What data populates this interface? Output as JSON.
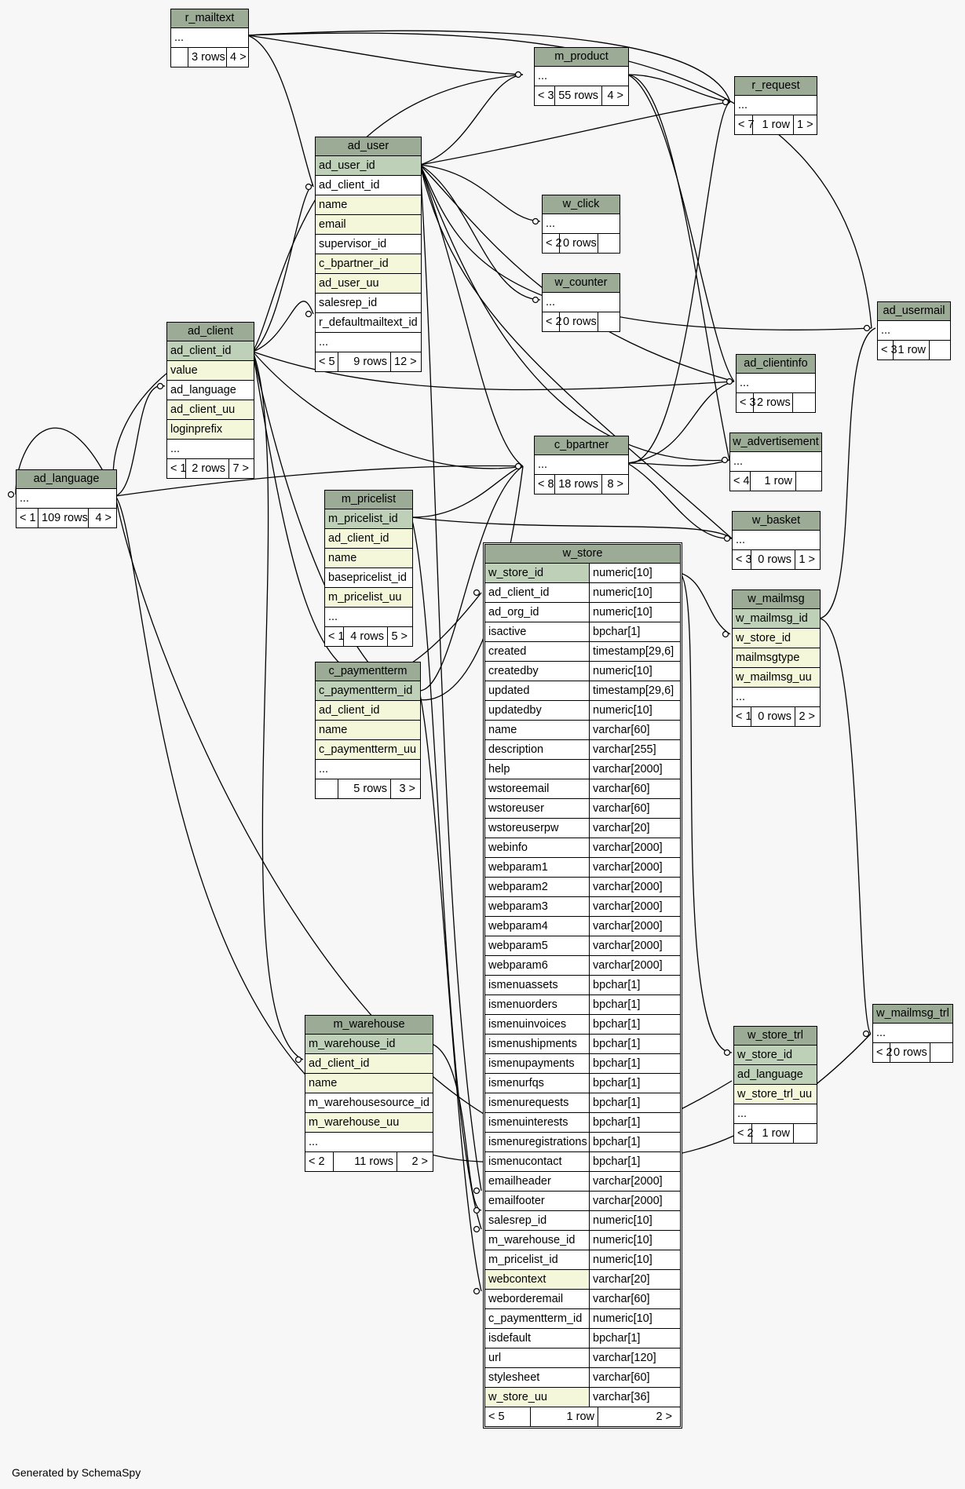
{
  "footer": "Generated by SchemaSpy",
  "colors": {
    "background": "#f7f7f7",
    "header": "#9bab96",
    "primary_key": "#bed1b8",
    "indexed": "#f4f7da"
  },
  "tables": [
    {
      "id": "r_mailtext",
      "name": "r_mailtext",
      "rows": [
        {
          "name": "...",
          "kind": "plain"
        }
      ],
      "footer": [
        "",
        "3 rows",
        "4 >"
      ]
    },
    {
      "id": "m_product",
      "name": "m_product",
      "rows": [
        {
          "name": "...",
          "kind": "plain"
        }
      ],
      "footer": [
        "< 3",
        "55 rows",
        "4 >"
      ]
    },
    {
      "id": "r_request",
      "name": "r_request",
      "rows": [
        {
          "name": "...",
          "kind": "plain"
        }
      ],
      "footer": [
        "< 7",
        "1 row",
        "1 >"
      ]
    },
    {
      "id": "ad_user",
      "name": "ad_user",
      "rows": [
        {
          "name": "ad_user_id",
          "kind": "pk"
        },
        {
          "name": "ad_client_id",
          "kind": "plain"
        },
        {
          "name": "name",
          "kind": "idx"
        },
        {
          "name": "email",
          "kind": "idx"
        },
        {
          "name": "supervisor_id",
          "kind": "plain"
        },
        {
          "name": "c_bpartner_id",
          "kind": "idx"
        },
        {
          "name": "ad_user_uu",
          "kind": "idx"
        },
        {
          "name": "salesrep_id",
          "kind": "plain"
        },
        {
          "name": "r_defaultmailtext_id",
          "kind": "plain"
        },
        {
          "name": "...",
          "kind": "plain"
        }
      ],
      "footer": [
        "< 5",
        "9 rows",
        "12 >"
      ]
    },
    {
      "id": "w_click",
      "name": "w_click",
      "rows": [
        {
          "name": "...",
          "kind": "plain"
        }
      ],
      "footer": [
        "< 2",
        "0 rows",
        ""
      ]
    },
    {
      "id": "w_counter",
      "name": "w_counter",
      "rows": [
        {
          "name": "...",
          "kind": "plain"
        }
      ],
      "footer": [
        "< 2",
        "0 rows",
        ""
      ]
    },
    {
      "id": "ad_usermail",
      "name": "ad_usermail",
      "rows": [
        {
          "name": "...",
          "kind": "plain"
        }
      ],
      "footer": [
        "< 3",
        "1 row",
        ""
      ]
    },
    {
      "id": "ad_client",
      "name": "ad_client",
      "rows": [
        {
          "name": "ad_client_id",
          "kind": "pk"
        },
        {
          "name": "value",
          "kind": "idx"
        },
        {
          "name": "ad_language",
          "kind": "plain"
        },
        {
          "name": "ad_client_uu",
          "kind": "idx"
        },
        {
          "name": "loginprefix",
          "kind": "idx"
        },
        {
          "name": "...",
          "kind": "plain"
        }
      ],
      "footer": [
        "< 1",
        "2 rows",
        "7 >"
      ]
    },
    {
      "id": "ad_clientinfo",
      "name": "ad_clientinfo",
      "rows": [
        {
          "name": "...",
          "kind": "plain"
        }
      ],
      "footer": [
        "< 3",
        "2 rows",
        ""
      ]
    },
    {
      "id": "w_advertisement",
      "name": "w_advertisement",
      "rows": [
        {
          "name": "...",
          "kind": "plain"
        }
      ],
      "footer": [
        "< 4",
        "1 row",
        ""
      ]
    },
    {
      "id": "c_bpartner",
      "name": "c_bpartner",
      "rows": [
        {
          "name": "...",
          "kind": "plain"
        }
      ],
      "footer": [
        "< 8",
        "18 rows",
        "8 >"
      ]
    },
    {
      "id": "ad_language",
      "name": "ad_language",
      "rows": [
        {
          "name": "...",
          "kind": "plain"
        }
      ],
      "footer": [
        "< 1",
        "109 rows",
        "4 >"
      ]
    },
    {
      "id": "m_pricelist",
      "name": "m_pricelist",
      "rows": [
        {
          "name": "m_pricelist_id",
          "kind": "pk"
        },
        {
          "name": "ad_client_id",
          "kind": "idx"
        },
        {
          "name": "name",
          "kind": "idx"
        },
        {
          "name": "basepricelist_id",
          "kind": "plain"
        },
        {
          "name": "m_pricelist_uu",
          "kind": "idx"
        },
        {
          "name": "...",
          "kind": "plain"
        }
      ],
      "footer": [
        "< 1",
        "4 rows",
        "5 >"
      ]
    },
    {
      "id": "w_basket",
      "name": "w_basket",
      "rows": [
        {
          "name": "...",
          "kind": "plain"
        }
      ],
      "footer": [
        "< 3",
        "0 rows",
        "1 >"
      ]
    },
    {
      "id": "w_mailmsg",
      "name": "w_mailmsg",
      "rows": [
        {
          "name": "w_mailmsg_id",
          "kind": "pk"
        },
        {
          "name": "w_store_id",
          "kind": "idx"
        },
        {
          "name": "mailmsgtype",
          "kind": "idx"
        },
        {
          "name": "w_mailmsg_uu",
          "kind": "idx"
        },
        {
          "name": "...",
          "kind": "plain"
        }
      ],
      "footer": [
        "< 1",
        "0 rows",
        "2 >"
      ]
    },
    {
      "id": "c_paymentterm",
      "name": "c_paymentterm",
      "rows": [
        {
          "name": "c_paymentterm_id",
          "kind": "pk"
        },
        {
          "name": "ad_client_id",
          "kind": "idx"
        },
        {
          "name": "name",
          "kind": "idx"
        },
        {
          "name": "c_paymentterm_uu",
          "kind": "idx"
        },
        {
          "name": "...",
          "kind": "plain"
        }
      ],
      "footer": [
        "",
        "5 rows",
        "3 >"
      ]
    },
    {
      "id": "m_warehouse",
      "name": "m_warehouse",
      "rows": [
        {
          "name": "m_warehouse_id",
          "kind": "pk"
        },
        {
          "name": "ad_client_id",
          "kind": "idx"
        },
        {
          "name": "name",
          "kind": "idx"
        },
        {
          "name": "m_warehousesource_id",
          "kind": "plain"
        },
        {
          "name": "m_warehouse_uu",
          "kind": "idx"
        },
        {
          "name": "...",
          "kind": "plain"
        }
      ],
      "footer": [
        "< 2",
        "11 rows",
        "2 >"
      ]
    },
    {
      "id": "w_store_trl",
      "name": "w_store_trl",
      "rows": [
        {
          "name": "w_store_id",
          "kind": "pk"
        },
        {
          "name": "ad_language",
          "kind": "pk"
        },
        {
          "name": "w_store_trl_uu",
          "kind": "idx"
        },
        {
          "name": "...",
          "kind": "plain"
        }
      ],
      "footer": [
        "< 2",
        "1 row",
        ""
      ]
    },
    {
      "id": "w_mailmsg_trl",
      "name": "w_mailmsg_trl",
      "rows": [
        {
          "name": "...",
          "kind": "plain"
        }
      ],
      "footer": [
        "< 2",
        "0 rows",
        ""
      ]
    },
    {
      "id": "w_store",
      "name": "w_store",
      "focus": true,
      "rows": [
        {
          "name": "w_store_id",
          "type": "numeric[10]",
          "kind": "pk"
        },
        {
          "name": "ad_client_id",
          "type": "numeric[10]",
          "kind": "plain"
        },
        {
          "name": "ad_org_id",
          "type": "numeric[10]",
          "kind": "plain"
        },
        {
          "name": "isactive",
          "type": "bpchar[1]",
          "kind": "plain"
        },
        {
          "name": "created",
          "type": "timestamp[29,6]",
          "kind": "plain"
        },
        {
          "name": "createdby",
          "type": "numeric[10]",
          "kind": "plain"
        },
        {
          "name": "updated",
          "type": "timestamp[29,6]",
          "kind": "plain"
        },
        {
          "name": "updatedby",
          "type": "numeric[10]",
          "kind": "plain"
        },
        {
          "name": "name",
          "type": "varchar[60]",
          "kind": "plain"
        },
        {
          "name": "description",
          "type": "varchar[255]",
          "kind": "plain"
        },
        {
          "name": "help",
          "type": "varchar[2000]",
          "kind": "plain"
        },
        {
          "name": "wstoreemail",
          "type": "varchar[60]",
          "kind": "plain"
        },
        {
          "name": "wstoreuser",
          "type": "varchar[60]",
          "kind": "plain"
        },
        {
          "name": "wstoreuserpw",
          "type": "varchar[20]",
          "kind": "plain"
        },
        {
          "name": "webinfo",
          "type": "varchar[2000]",
          "kind": "plain"
        },
        {
          "name": "webparam1",
          "type": "varchar[2000]",
          "kind": "plain"
        },
        {
          "name": "webparam2",
          "type": "varchar[2000]",
          "kind": "plain"
        },
        {
          "name": "webparam3",
          "type": "varchar[2000]",
          "kind": "plain"
        },
        {
          "name": "webparam4",
          "type": "varchar[2000]",
          "kind": "plain"
        },
        {
          "name": "webparam5",
          "type": "varchar[2000]",
          "kind": "plain"
        },
        {
          "name": "webparam6",
          "type": "varchar[2000]",
          "kind": "plain"
        },
        {
          "name": "ismenuassets",
          "type": "bpchar[1]",
          "kind": "plain"
        },
        {
          "name": "ismenuorders",
          "type": "bpchar[1]",
          "kind": "plain"
        },
        {
          "name": "ismenuinvoices",
          "type": "bpchar[1]",
          "kind": "plain"
        },
        {
          "name": "ismenushipments",
          "type": "bpchar[1]",
          "kind": "plain"
        },
        {
          "name": "ismenupayments",
          "type": "bpchar[1]",
          "kind": "plain"
        },
        {
          "name": "ismenurfqs",
          "type": "bpchar[1]",
          "kind": "plain"
        },
        {
          "name": "ismenurequests",
          "type": "bpchar[1]",
          "kind": "plain"
        },
        {
          "name": "ismenuinterests",
          "type": "bpchar[1]",
          "kind": "plain"
        },
        {
          "name": "ismenuregistrations",
          "type": "bpchar[1]",
          "kind": "plain"
        },
        {
          "name": "ismenucontact",
          "type": "bpchar[1]",
          "kind": "plain"
        },
        {
          "name": "emailheader",
          "type": "varchar[2000]",
          "kind": "plain"
        },
        {
          "name": "emailfooter",
          "type": "varchar[2000]",
          "kind": "plain"
        },
        {
          "name": "salesrep_id",
          "type": "numeric[10]",
          "kind": "plain"
        },
        {
          "name": "m_warehouse_id",
          "type": "numeric[10]",
          "kind": "plain"
        },
        {
          "name": "m_pricelist_id",
          "type": "numeric[10]",
          "kind": "plain"
        },
        {
          "name": "webcontext",
          "type": "varchar[20]",
          "kind": "idx"
        },
        {
          "name": "weborderemail",
          "type": "varchar[60]",
          "kind": "plain"
        },
        {
          "name": "c_paymentterm_id",
          "type": "numeric[10]",
          "kind": "plain"
        },
        {
          "name": "isdefault",
          "type": "bpchar[1]",
          "kind": "plain"
        },
        {
          "name": "url",
          "type": "varchar[120]",
          "kind": "plain"
        },
        {
          "name": "stylesheet",
          "type": "varchar[60]",
          "kind": "plain"
        },
        {
          "name": "w_store_uu",
          "type": "varchar[36]",
          "kind": "idx"
        }
      ],
      "footer": [
        "< 5",
        "1 row",
        "2 >"
      ]
    }
  ]
}
